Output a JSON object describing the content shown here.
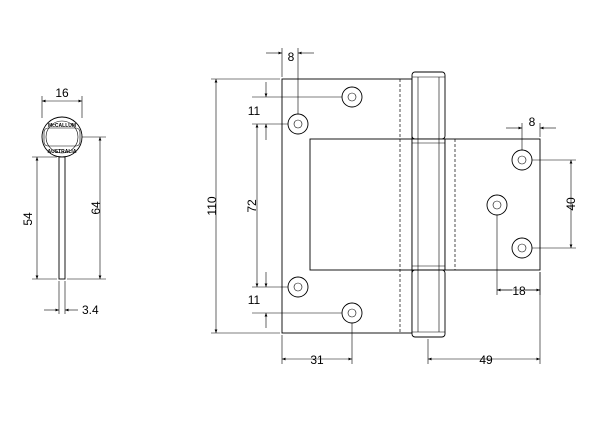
{
  "dimensions": {
    "knuckle_width": "16",
    "leaf_thickness": "3.4",
    "pin_height": "54",
    "side_height": "64",
    "overall_height": "110",
    "hole_spacing_left": "72",
    "top_hole_offset": "11",
    "bottom_hole_offset": "11",
    "top_hole_inset": "8",
    "left_hole_from_knuckle": "31",
    "right_leaf_width": "49",
    "right_hole_spacing": "40",
    "right_hole_inset": "8",
    "right_center_hole_offset": "18"
  },
  "logo": {
    "line1": "McCALLUM",
    "line2": "AUSTRALIA"
  }
}
